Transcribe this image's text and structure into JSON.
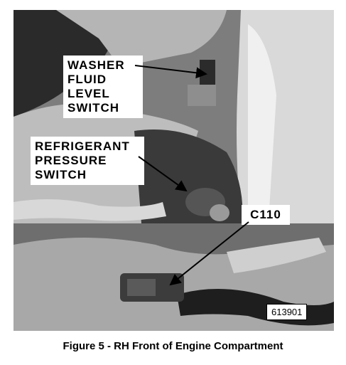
{
  "callouts": {
    "washer": {
      "lines": [
        "WASHER",
        "FLUID",
        "LEVEL",
        "SWITCH"
      ]
    },
    "refrigerant": {
      "lines": [
        "REFRIGERANT",
        "PRESSURE",
        "SWITCH"
      ]
    },
    "connector": {
      "lines": [
        "C110"
      ]
    }
  },
  "photo_id": "613901",
  "caption": "Figure 5 - RH Front of Engine Compartment"
}
